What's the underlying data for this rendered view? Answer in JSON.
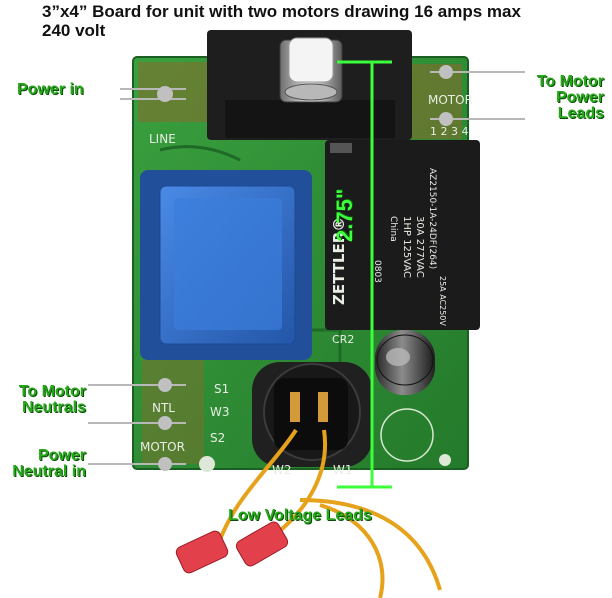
{
  "title": {
    "line1": "3”x4” Board for unit with two motors drawing 16 amps max",
    "line2": "240 volt"
  },
  "labels": {
    "power_in": "Power in",
    "to_motor_power_1": "To Motor",
    "to_motor_power_2": "Power",
    "to_motor_power_3": "Leads",
    "to_motor_neutrals_1": "To Motor",
    "to_motor_neutrals_2": "Neutrals",
    "power_neutral_1": "Power",
    "power_neutral_2": "Neutral in",
    "low_voltage": "Low Voltage Leads",
    "dimension": "2.75\""
  },
  "silkscreen": {
    "line": "LINE",
    "motor_top": "MOTOR",
    "motor_pins": "1 2 3 4",
    "s1": "S1",
    "w3": "W3",
    "s2": "S2",
    "ntl": "NTL",
    "motor_bottom": "MOTOR",
    "w2": "W2",
    "w1": "W1",
    "cr2": "CR2"
  },
  "relay": {
    "brand": "ZETTLER®",
    "model": "AZ2150-1A-24DF(264)",
    "rating1": "30A 277VAC",
    "rating2": "1HP 125VAC",
    "origin": "China",
    "rating3": "25A AC250V",
    "code": "0803"
  },
  "colors": {
    "pcb": "#2e8f35",
    "label_green": "#27a81b",
    "dimension_line": "#3cff3c",
    "transformer": "#2f6fc9",
    "wire": "#e6a21a"
  }
}
